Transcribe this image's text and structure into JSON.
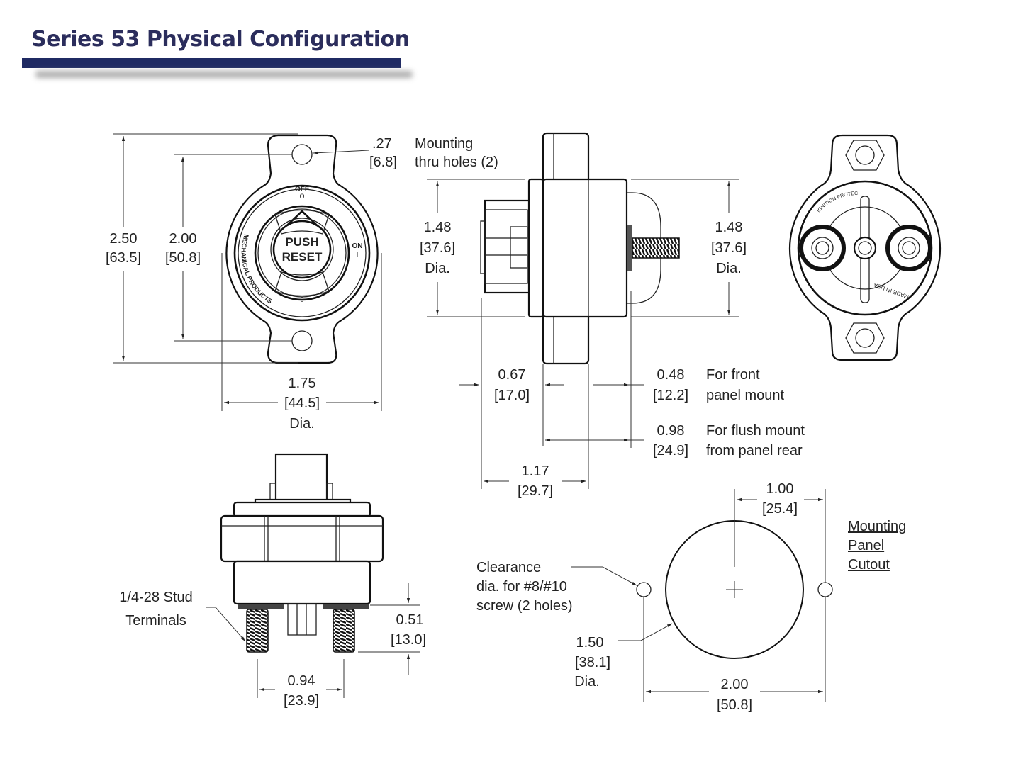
{
  "title": "Series 53 Physical Configuration",
  "colors": {
    "title_text": "#2b2d5c",
    "title_bar": "#1f2a63",
    "line": "#222222"
  },
  "front_view": {
    "height_overall": {
      "in": "2.50",
      "mm": "[63.5]"
    },
    "hole_spacing": {
      "in": "2.00",
      "mm": "[50.8]"
    },
    "body_diameter": {
      "in": "1.75",
      "mm": "[44.5]",
      "suffix": "Dia."
    },
    "mounting_hole": {
      "in": ".27",
      "mm": "[6.8]",
      "note_line1": "Mounting",
      "note_line2": "thru holes (2)"
    },
    "face_markings": {
      "off": "OFF",
      "off_symbol": "O",
      "on": "ON",
      "on_symbol": "I",
      "push": "PUSH",
      "reset": "RESET",
      "brand": "MECHANICAL PRODUCTS"
    }
  },
  "side_view": {
    "left_diameter": {
      "in": "1.48",
      "mm": "[37.6]",
      "suffix": "Dia."
    },
    "right_diameter": {
      "in": "1.48",
      "mm": "[37.6]",
      "suffix": "Dia."
    },
    "front_depth": {
      "in": "0.67",
      "mm": "[17.0]"
    },
    "front_panel_mount": {
      "in": "0.48",
      "mm": "[12.2]",
      "note_line1": "For front",
      "note_line2": "panel mount"
    },
    "flush_mount": {
      "in": "0.98",
      "mm": "[24.9]",
      "note_line1": "For flush mount",
      "note_line2": "from panel rear"
    },
    "overall_depth": {
      "in": "1.17",
      "mm": "[29.7]"
    }
  },
  "rear_view": {
    "markings": {
      "top": "IGNITION PROTECTED",
      "bottom": "MADE IN USA"
    }
  },
  "bottom_view": {
    "stud_label_line1": "1/4-28 Stud",
    "stud_label_line2": "Terminals",
    "stud_length": {
      "in": "0.51",
      "mm": "[13.0]"
    },
    "stud_spacing": {
      "in": "0.94",
      "mm": "[23.9]"
    }
  },
  "cutout": {
    "title_line1": "Mounting",
    "title_line2": "Panel",
    "title_line3": "Cutout",
    "half_spacing": {
      "in": "1.00",
      "mm": "[25.4]"
    },
    "hole_spacing": {
      "in": "2.00",
      "mm": "[50.8]"
    },
    "cutout_diameter": {
      "in": "1.50",
      "mm": "[38.1]",
      "suffix": "Dia."
    },
    "clearance_line1": "Clearance",
    "clearance_line2": "dia. for #8/#10",
    "clearance_line3": "screw (2 holes)"
  }
}
